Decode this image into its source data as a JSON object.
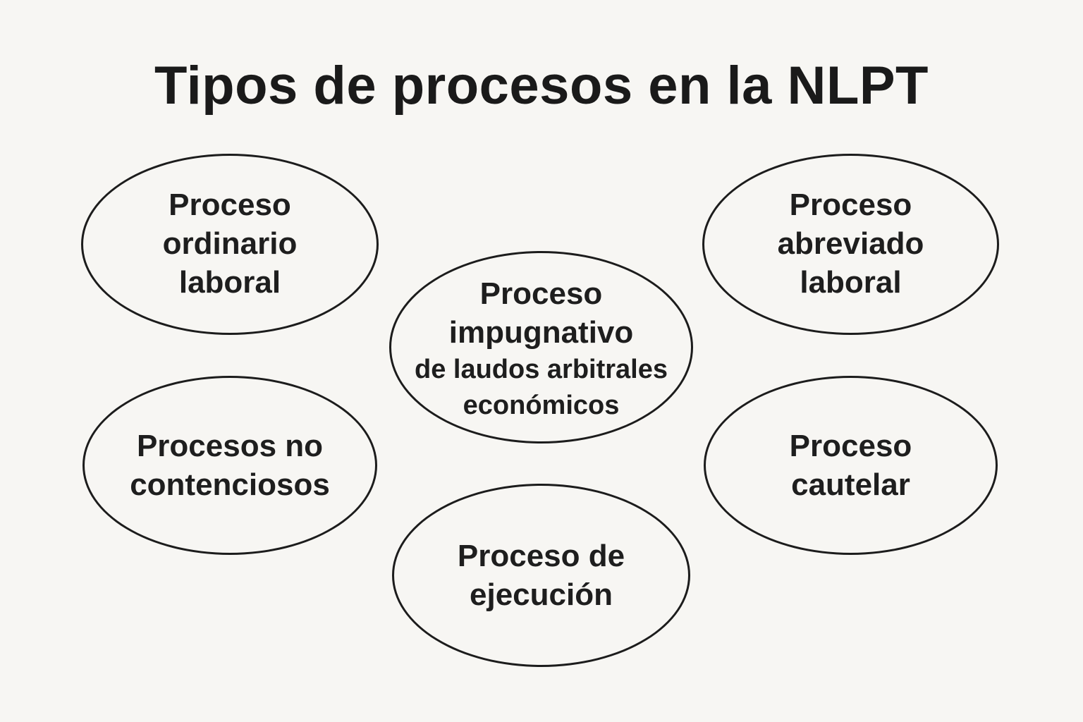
{
  "title": "Tipos de procesos en la NLPT",
  "nodes": {
    "ordinario": {
      "lines": [
        "Proceso",
        "ordinario",
        "laboral"
      ]
    },
    "abreviado": {
      "lines": [
        "Proceso",
        "abreviado",
        "laboral"
      ]
    },
    "impugnativo": {
      "lines": [
        "Proceso",
        "impugnativo",
        "de laudos arbitrales",
        "económicos"
      ]
    },
    "no_contenciosos": {
      "lines": [
        "Procesos no",
        "contenciosos"
      ]
    },
    "cautelar": {
      "lines": [
        "Proceso",
        "cautelar"
      ]
    },
    "ejecucion": {
      "lines": [
        "Proceso de",
        "ejecución"
      ]
    }
  },
  "colors": {
    "background": "#f7f6f3",
    "stroke": "#1c1c1c",
    "text": "#1e1e1e"
  }
}
